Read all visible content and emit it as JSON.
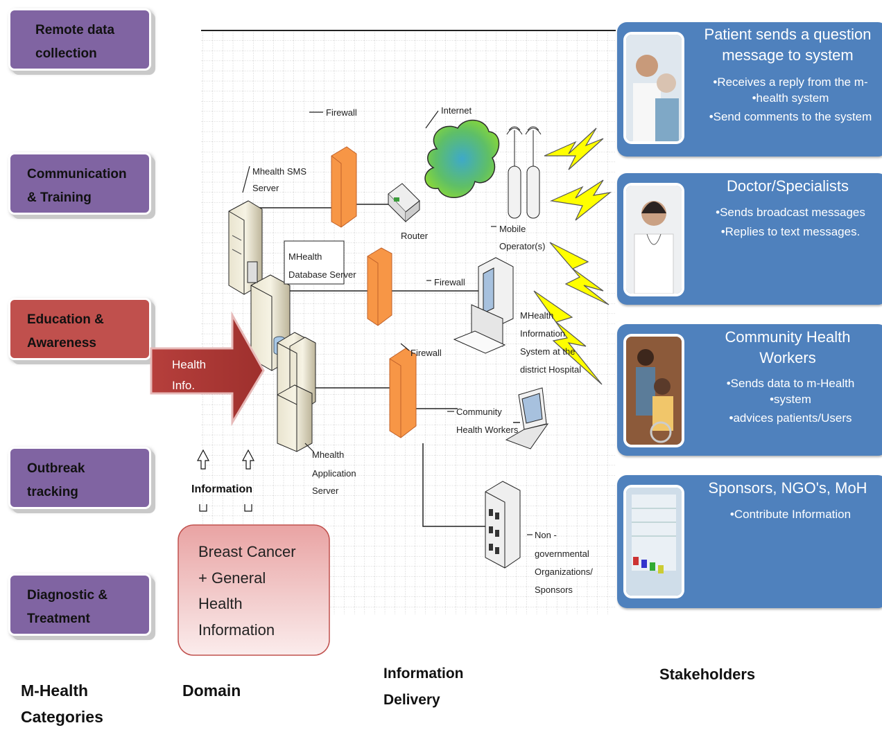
{
  "categories": [
    {
      "label": "Remote data collection",
      "line1": "Remote data",
      "line2": "collection",
      "color": "#8064a2"
    },
    {
      "label": "Communication & Training",
      "line1": "Communication",
      "line2": "& Training",
      "color": "#8064a2"
    },
    {
      "label": "Education & Awareness",
      "line1": "Education &",
      "line2": "Awareness",
      "color": "#c0504d"
    },
    {
      "label": "Outbreak tracking",
      "line1": "Outbreak",
      "line2": "tracking",
      "color": "#8064a2"
    },
    {
      "label": "Diagnostic & Treatment",
      "line1": "Diagnostic &",
      "line2": "Treatment",
      "color": "#8064a2"
    }
  ],
  "arrow": {
    "line1": "Health",
    "line2": "Info."
  },
  "information_label": "Information",
  "domain_box": {
    "line1": "Breast Cancer",
    "line2": "+ General",
    "line3": "Health",
    "line4": "Information"
  },
  "network": {
    "firewall_top": "Firewall",
    "internet": "Internet",
    "sms_server_1": "Mhealth SMS",
    "sms_server_2": "Server",
    "router": "Router",
    "mobile_1": "Mobile",
    "mobile_2": "Operator(s)",
    "db_server_1": "MHealth",
    "db_server_2": "Database Server",
    "firewall_mid": "Firewall",
    "mhis_1": "MHealth",
    "mhis_2": "Information",
    "mhis_3": "System at the",
    "mhis_4": "district Hospital",
    "firewall_low": "Firewall",
    "chw_1": "Community",
    "chw_2": "Health Workers",
    "app_server_1": "Mhealth",
    "app_server_2": "Application",
    "app_server_3": "Server",
    "ngo_1": "Non -",
    "ngo_2": "governmental",
    "ngo_3": "Organizations/",
    "ngo_4": "Sponsors"
  },
  "stakeholders": [
    {
      "head1": "Patient sends a question",
      "head2": "message to system",
      "bullets": [
        "Receives a reply from the m-",
        "health system",
        "Send comments to the system"
      ]
    },
    {
      "head1": "Doctor/Specialists",
      "head2": "",
      "bullets": [
        "Sends broadcast messages",
        "Replies to text messages."
      ]
    },
    {
      "head1": "Community Health",
      "head2": "Workers",
      "bullets": [
        "Sends data to m-Health",
        "system",
        "advices patients/Users"
      ]
    },
    {
      "head1": "Sponsors, NGO's, MoH",
      "head2": "",
      "bullets": [
        "Contribute Information"
      ]
    }
  ],
  "bottom_labels": {
    "categories_1": "M-Health",
    "categories_2": "Categories",
    "domain": "Domain",
    "delivery_1": "Information",
    "delivery_2": "Delivery",
    "stakeholders": "Stakeholders"
  },
  "colors": {
    "purple": "#8064a2",
    "red": "#c0504d",
    "blue": "#4f81bd",
    "firewall": "#f79646",
    "bolt": "#ffff00"
  }
}
